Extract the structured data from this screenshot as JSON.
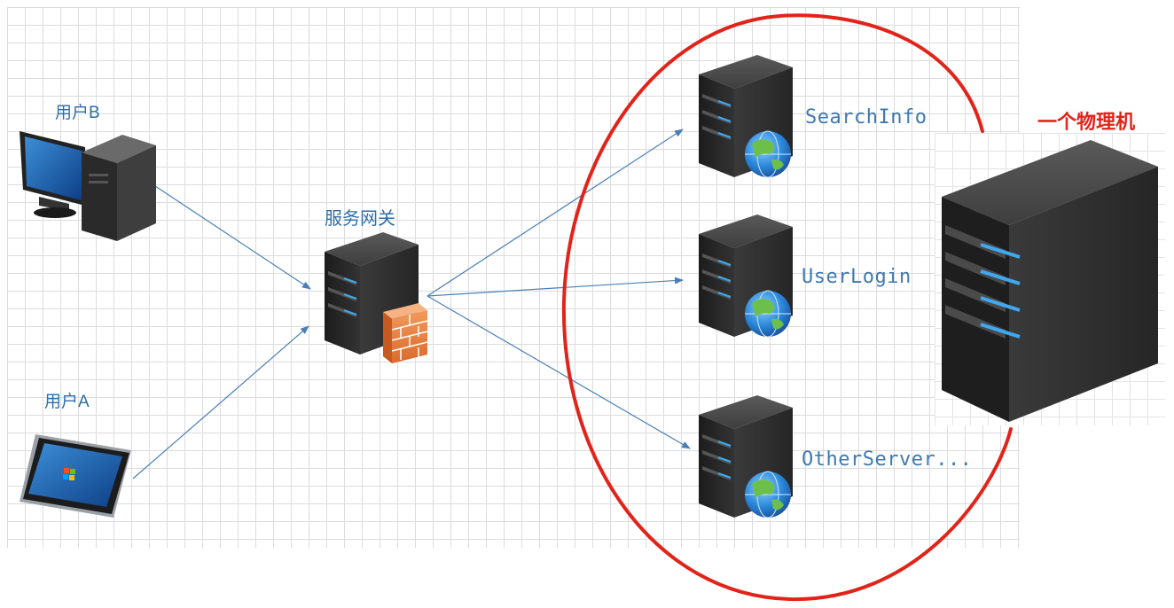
{
  "users": {
    "user_b": "用户B",
    "user_a": "用户A"
  },
  "gateway": {
    "label": "服务网关"
  },
  "services": [
    {
      "label": "SearchInfo"
    },
    {
      "label": "UserLogin"
    },
    {
      "label": "OtherServer..."
    }
  ],
  "physical_machine": {
    "label": "一个物理机"
  },
  "colors": {
    "arrow": "#4a7fb5",
    "label_blue": "#2f6ea8",
    "highlight_red": "#e2231a",
    "server_dark": "#2b2b2b",
    "server_led": "#3ea8f0",
    "firewall": "#e8864a"
  },
  "icons": [
    "desktop-computer-icon",
    "tablet-icon",
    "firewall-server-icon",
    "web-server-icon",
    "physical-server-icon"
  ]
}
